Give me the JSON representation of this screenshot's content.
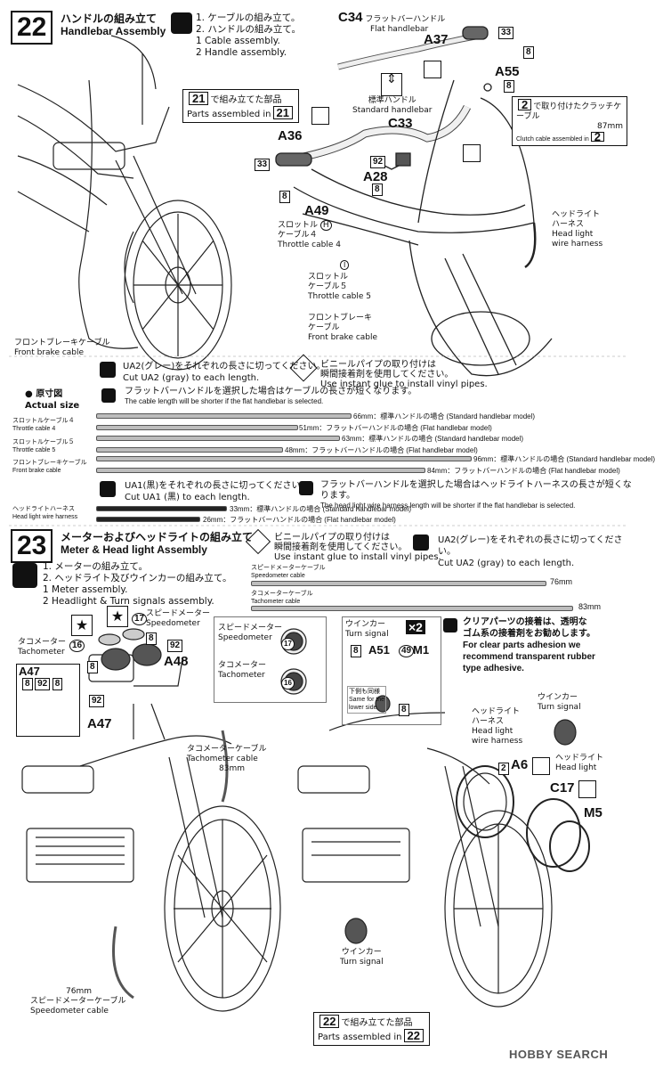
{
  "step22": {
    "number": "22",
    "title_jp": "ハンドルの組み立て",
    "title_en": "Handlebar Assembly",
    "instr_jp1": "1. ケーブルの組み立て。",
    "instr_jp2": "2. ハンドルの組み立て。",
    "instr_en1": "1 Cable assembly.",
    "instr_en2": "2 Handle assembly.",
    "callout21_jp": "で組み立てた部品",
    "callout21_en": "Parts assembled in",
    "callout21_n": "21",
    "clutch_jp": "で取り付けたクラッチケーブル",
    "clutch_len": "87mm",
    "clutch_en": "Clutch cable assembled in",
    "clutch_n": "2",
    "flat_jp": "フラットバーハンドル",
    "flat_en": "Flat handlebar",
    "std_jp": "標準ハンドル",
    "std_en": "Standard handlebar",
    "headlight_jp1": "ヘッドライト",
    "headlight_jp2": "ハーネス",
    "headlight_en1": "Head light",
    "headlight_en2": "wire harness",
    "th4_jp1": "スロットル",
    "th4_jp2": "ケーブル４",
    "th4_en": "Throttle cable 4",
    "th5_jp1": "スロットル",
    "th5_jp2": "ケーブル５",
    "th5_en": "Throttle cable 5",
    "fb_jp1": "フロントブレーキ",
    "fb_jp2": "ケーブル",
    "fb_en": "Front brake cable",
    "fbl_jp": "フロントブレーキケーブル",
    "fbl_en": "Front brake cable",
    "parts": {
      "c34": "C34",
      "a37": "A37",
      "a55": "A55",
      "c33": "C33",
      "a36": "A36",
      "a28": "A28",
      "a49": "A49",
      "n33a": "33",
      "n33b": "33",
      "n8a": "8",
      "n8b": "8",
      "n8c": "8",
      "n8d": "8",
      "n92": "92",
      "h": "H",
      "i": "I"
    }
  },
  "actual": {
    "ua2_jp": "UA2(グレー)をそれぞれの長さに切ってください。",
    "ua2_en": "Cut UA2 (gray) to each length.",
    "vinyl_jp1": "ビニールパイプの取り付けは",
    "vinyl_jp2": "瞬間接着剤を使用してください。",
    "vinyl_en": "Use instant glue to install vinyl pipes.",
    "label_jp": "原寸図",
    "label_en": "Actual size",
    "flat_note_jp": "フラットバーハンドルを選択した場合はケーブルの長さが短くなります。",
    "flat_note_en": "The cable length will be shorter if the flat handlebar is selected.",
    "th4_jp": "スロットルケーブル４",
    "th4_en": "Throttle cable 4",
    "th5_jp": "スロットルケーブル５",
    "th5_en": "Throttle cable 5",
    "fb_jp": "フロントブレーキケーブル",
    "fb_en": "Front brake cable",
    "hl_jp": "ヘッドライトハーネス",
    "hl_en": "Head light wire harness",
    "b1": "66mm：標準ハンドルの場合 (Standard handlebar model)",
    "b2": "51mm：フラットバーハンドルの場合 (Flat handlebar model)",
    "b3": "63mm：標準ハンドルの場合 (Standard handlebar model)",
    "b4": "48mm：フラットバーハンドルの場合 (Flat handlebar model)",
    "b5": "96mm：標準ハンドルの場合 (Standard handlebar model)",
    "b6": "84mm：フラットバーハンドルの場合 (Flat handlebar model)",
    "ua1_jp": "UA1(黒)をそれぞれの長さに切ってください。",
    "ua1_en": "Cut UA1 (黒) to each length.",
    "hl_note_jp": "フラットバーハンドルを選択した場合はヘッドライトハーネスの長さが短くなります。",
    "hl_note_en": "The head light wire harness length will be shorter if the flat handlebar is selected.",
    "b7": "33mm：標準ハンドルの場合 (Standard handlebar model)",
    "b8": "26mm：フラットバーハンドルの場合 (Flat handlebar model)",
    "th4_i": "H",
    "th5_i": "I"
  },
  "step23": {
    "number": "23",
    "title_jp": "メーターおよびヘッドライトの組み立て",
    "title_en": "Meter & Head light Assembly",
    "instr_jp1": "1. メーターの組み立て。",
    "instr_jp2": "2. ヘッドライト及びウインカーの組み立て。",
    "instr_en1": "1 Meter assembly.",
    "instr_en2": "2 Headlight & Turn signals assembly.",
    "vinyl_jp1": "ビニールパイプの取り付けは",
    "vinyl_jp2": "瞬間接着剤を使用してください。",
    "vinyl_en": "Use instant glue to install vinyl pipes.",
    "ua2_jp": "UA2(グレー)をそれぞれの長さに切ってください。",
    "ua2_en": "Cut UA2 (gray) to each length.",
    "speedo_cable_jp": "スピードメーターケーブル",
    "speedo_cable_en": "Speedometer cable",
    "speedo_len": "76mm",
    "tacho_cable_jp": "タコメーターケーブル",
    "tacho_cable_en": "Tachometer cable",
    "tacho_len": "83mm",
    "speedo_jp": "スピードメーター",
    "speedo_en": "Speedometer",
    "tacho_jp": "タコメーター",
    "tacho_en": "Tachometer",
    "turn_jp": "ウインカー",
    "turn_en": "Turn signal",
    "x2": "×2",
    "lower_jp": "下側も同様",
    "lower_en1": "Same for the",
    "lower_en2": "lower side",
    "clear_jp1": "クリアパーツの接着は、透明な",
    "clear_jp2": "ゴム系の接着剤をお勧めします。",
    "clear_en1": "For clear parts adhesion we",
    "clear_en2": "recommend transparent rubber",
    "clear_en3": "type adhesive.",
    "hl_jp1": "ヘッドライト",
    "hl_jp2": "ハーネス",
    "hl_en1": "Head light",
    "hl_en2": "wire harness",
    "headlight_jp": "ヘッドライト",
    "headlight_en": "Head light",
    "tacho_cable_jp2": "タコメーターケーブル",
    "tacho_cable_en2": "Tachometer cable",
    "tacho_len2": "83mm",
    "speedo_cable_jp2": "スピードメーターケーブル",
    "speedo_cable_en2": "Speedometer cable",
    "speedo_len2": "76mm",
    "turn_jp2": "ウインカー",
    "turn_en2": "Turn signal",
    "callout22_jp": "で組み立てた部品",
    "callout22_en": "Parts assembled in",
    "callout22_n": "22",
    "parts": {
      "a47": "A47",
      "a47b": "A47",
      "a48": "A48",
      "a51": "A51",
      "m1": "M1",
      "a6": "A6",
      "c17": "C17",
      "m5": "M5",
      "n17": "17",
      "n16": "16",
      "n8": "8",
      "n92": "92",
      "n49": "49",
      "n2": "2"
    }
  },
  "watermark": "HOBBY SEARCH"
}
